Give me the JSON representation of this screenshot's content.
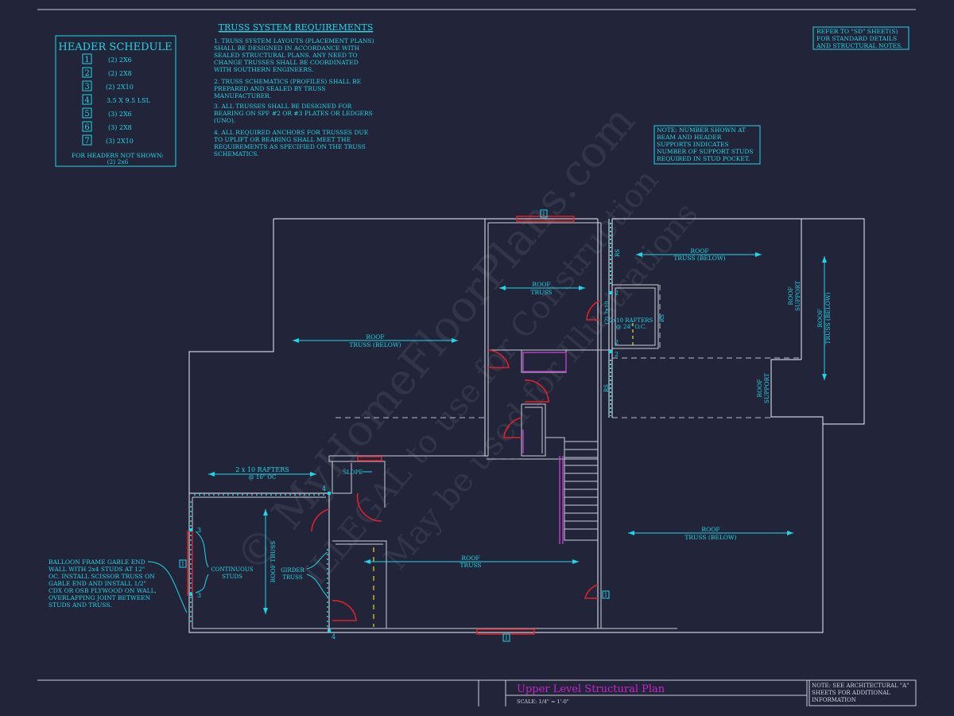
{
  "header_schedule": {
    "title": "HEADER SCHEDULE",
    "rows": [
      {
        "tag": "1",
        "size": "(2) 2X6"
      },
      {
        "tag": "2",
        "size": "(2) 2X8"
      },
      {
        "tag": "3",
        "size": "(2) 2X10"
      },
      {
        "tag": "4",
        "size": "3.5 X 9.5 LSL"
      },
      {
        "tag": "5",
        "size": "(3) 2X6"
      },
      {
        "tag": "6",
        "size": "(3) 2X8"
      },
      {
        "tag": "7",
        "size": "(3) 2X10"
      }
    ],
    "footnote_1": "FOR HEADERS NOT SHOWN:",
    "footnote_2": "(2) 2x6"
  },
  "truss_requirements": {
    "title": "TRUSS SYSTEM REQUIREMENTS",
    "notes": [
      [
        "1. TRUSS SYSTEM LAYOUTS (PLACEMENT PLANS)",
        "SHALL BE DESIGNED IN ACCORDANCE WITH",
        "SEALED STRUCTURAL PLANS. ANY NEED TO",
        "CHANGE TRUSSES SHALL BE COORDINATED",
        "WITH SOUTHERN ENGINEERS."
      ],
      [
        "2. TRUSS SCHEMATICS (PROFILES) SHALL BE",
        "PREPARED AND SEALED BY TRUSS",
        "MANUFACTURER."
      ],
      [
        "3. ALL TRUSSES SHALL BE DESIGNED FOR",
        "BEARING ON SPF #2 OR #3 PLATES OR LEDGERS",
        "(UNO)."
      ],
      [
        "4. ALL REQUIRED ANCHORS FOR TRUSSES DUE",
        "TO UPLIFT OR BEARING SHALL MEET THE",
        "REQUIREMENTS AS SPECIFIED ON THE TRUSS",
        "SCHEMATICS."
      ]
    ]
  },
  "refer_note": [
    "REFER TO \"SD\" SHEET(S)",
    "FOR STANDARD DETAILS",
    "AND STRUCTURAL NOTES."
  ],
  "stud_note": [
    "NOTE: NUMBER SHOWN AT",
    "BEAM AND HEADER",
    "SUPPORTS INDICATES",
    "NUMBER OF SUPPORT STUDS",
    "REQUIRED IN STUD POCKET."
  ],
  "balloon_note": [
    "BALLOON FRAME GABLE END",
    "WALL WITH 2x4 STUDS AT 12\"",
    "OC. INSTALL SCISSOR TRUSS ON",
    "GABLE END AND INSTALL 1/2\"",
    "CDX OR OSB PLYWOOD ON WALL,",
    "OVERLAPPING JOINT BETWEEN",
    "STUDS AND TRUSS."
  ],
  "plan_labels": {
    "roof": "ROOF",
    "truss_below": "TRUSS (BELOW)",
    "truss": "TRUSS",
    "roof_truss": "ROOF TRUSS",
    "rafters_1": "2 x 10 RAFTERS",
    "rafters_1b": "@ 16\" OC",
    "rafters_2": "2x10 RAFTERS",
    "rafters_2b": "@ 24\" O.C.",
    "header_2x10": "(2) 2x10",
    "slope": "SLOPE",
    "continuous_1": "CONTINUOUS",
    "continuous_2": "STUDS",
    "girder_1": "GIRDER",
    "girder_2": "TRUSS",
    "roof_support_1": "ROOF",
    "roof_support_2": "SUPPORT",
    "rs": "RS",
    "n1": "1",
    "n2": "2",
    "n3": "3",
    "n4": "4"
  },
  "title_block": {
    "title": "Upper Level Structural Plan",
    "scale": "SCALE: 1/4\" = 1'-0\"",
    "note": [
      "NOTE: SEE ARCHITECTURAL \"A\"",
      "SHEETS FOR ADDITIONAL",
      "INFORMATION"
    ]
  },
  "watermark": {
    "line1": "© MyHomeFloorPlans.com",
    "line2": "ILLEGAL to use for Construction",
    "line3": "May be used for Illustrations"
  },
  "colors": {
    "background": "#222539",
    "annotation": "#21d5e6",
    "wall": "#c9cdd6",
    "header_red": "#e0202a",
    "magenta": "#b33fc3",
    "title_magenta": "#cc22cc"
  }
}
